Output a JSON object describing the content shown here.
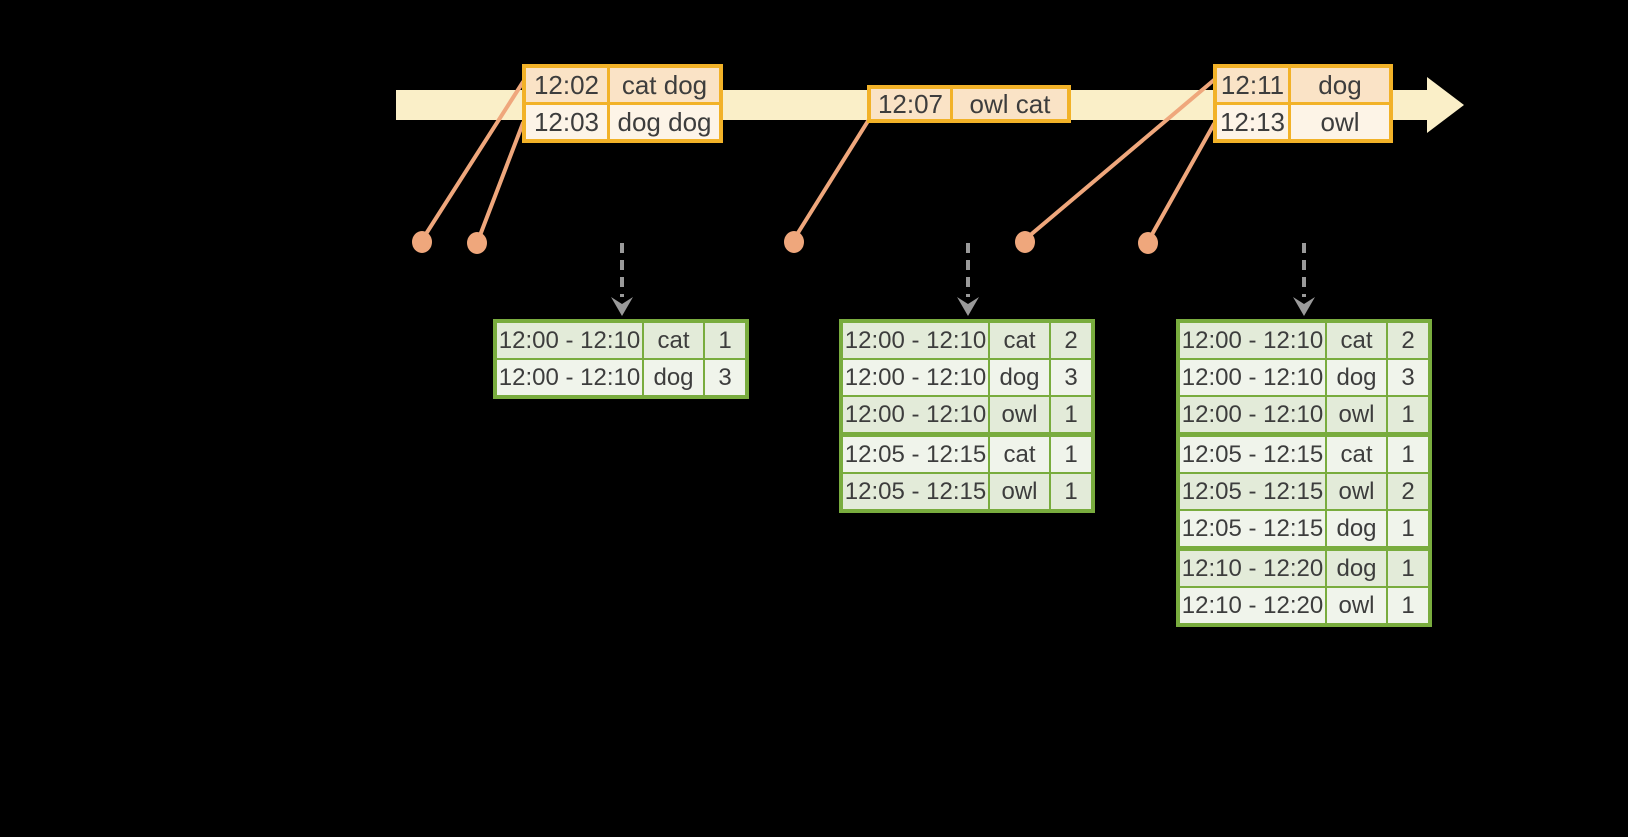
{
  "colors": {
    "background": "#000000",
    "timeline-fill": "#FAEFC8",
    "event-border": "#F2B228",
    "event-row-dark": "#FAE3C6",
    "event-row-light": "#FDF4E7",
    "connector": "#EFA77C",
    "result-border": "#79AC3E",
    "result-row-dark": "#E3EBD9",
    "result-row-light": "#F0F4EB",
    "trigger-arrow": "#9A9A9A",
    "text": "#3D3D3D"
  },
  "timeline": {
    "event_tables": [
      {
        "rows": [
          {
            "time": "12:02",
            "words": "cat dog"
          },
          {
            "time": "12:03",
            "words": "dog dog"
          }
        ]
      },
      {
        "rows": [
          {
            "time": "12:07",
            "words": "owl cat"
          }
        ]
      },
      {
        "rows": [
          {
            "time": "12:11",
            "words": "dog"
          },
          {
            "time": "12:13",
            "words": "owl"
          }
        ]
      }
    ]
  },
  "result_tables": [
    {
      "rows": [
        {
          "window": "12:00 - 12:10",
          "word": "cat",
          "count": "1"
        },
        {
          "window": "12:00 - 12:10",
          "word": "dog",
          "count": "3"
        }
      ]
    },
    {
      "rows": [
        {
          "window": "12:00 - 12:10",
          "word": "cat",
          "count": "2"
        },
        {
          "window": "12:00 - 12:10",
          "word": "dog",
          "count": "3"
        },
        {
          "window": "12:00 - 12:10",
          "word": "owl",
          "count": "1"
        },
        {
          "window": "12:05 - 12:15",
          "word": "cat",
          "count": "1"
        },
        {
          "window": "12:05 - 12:15",
          "word": "owl",
          "count": "1"
        }
      ]
    },
    {
      "rows": [
        {
          "window": "12:00 - 12:10",
          "word": "cat",
          "count": "2"
        },
        {
          "window": "12:00 - 12:10",
          "word": "dog",
          "count": "3"
        },
        {
          "window": "12:00 - 12:10",
          "word": "owl",
          "count": "1"
        },
        {
          "window": "12:05 - 12:15",
          "word": "cat",
          "count": "1"
        },
        {
          "window": "12:05 - 12:15",
          "word": "owl",
          "count": "2"
        },
        {
          "window": "12:05 - 12:15",
          "word": "dog",
          "count": "1"
        },
        {
          "window": "12:10 - 12:20",
          "word": "dog",
          "count": "1"
        },
        {
          "window": "12:10 - 12:20",
          "word": "owl",
          "count": "1"
        }
      ]
    }
  ]
}
